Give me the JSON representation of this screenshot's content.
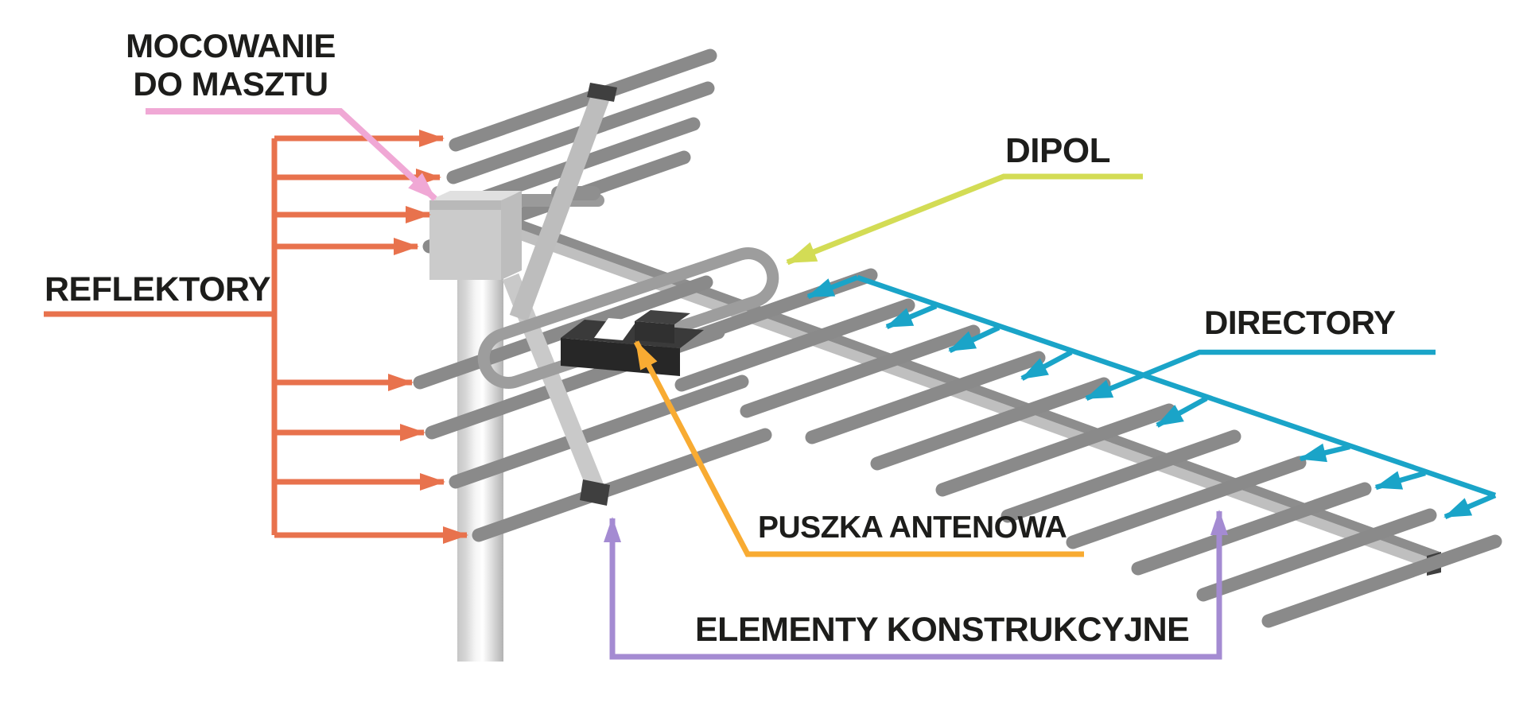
{
  "labels": {
    "mocowanie": {
      "line1": "MOCOWANIE",
      "line2": "DO MASZTU",
      "color": "#f0a8d5"
    },
    "reflektory": {
      "text": "REFLEKTORY",
      "color": "#e8724d"
    },
    "dipol": {
      "text": "DIPOL",
      "color": "#d3dc55"
    },
    "directory": {
      "text": "DIRECTORY",
      "color": "#1aa4c8"
    },
    "puszka": {
      "text": "PUSZKA ANTENOWA",
      "color": "#f8ab32"
    },
    "elementy": {
      "text": "ELEMENTY KONSTRUKCYJNE",
      "color": "#a48bd2"
    }
  },
  "counts": {
    "reflector_arrows": 8,
    "director_arrows": 9,
    "structural_arrows": 2
  },
  "colors": {
    "ink": "#1d1d1b",
    "orange": "#e8724d",
    "pink": "#f0a8d5",
    "lime": "#d3dc55",
    "cyan": "#1aa4c8",
    "purple": "#a48bd2",
    "amber": "#f8ab32",
    "rod": "#8a8a8a",
    "dipole": "#9d9d9d",
    "boom_light": "#bfbfbf",
    "boom_dark": "#8d8d8d",
    "strut_front": "#bdbdbd",
    "strut_rear": "#c9c9c9",
    "mast_edge": "#c6c6c6",
    "mast_mid": "#f2f2f2",
    "mast_shade": "#b2b2b2",
    "bracket": "#cbcbcb",
    "bracket_top": "#e0e0e0",
    "clamp": "#9a9a9a",
    "end_cap": "#3f3f3f",
    "box_front": "#272727",
    "box_top": "#3a3a3a"
  }
}
